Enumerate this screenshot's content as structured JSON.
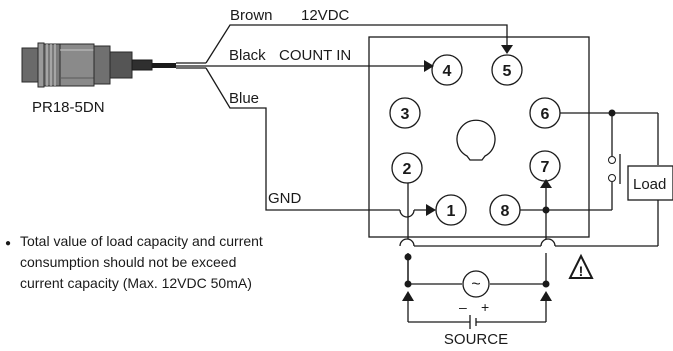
{
  "sensor": {
    "model": "PR18-5DN",
    "wire_brown": "Brown",
    "wire_brown_signal": "12VDC",
    "wire_black": "Black",
    "wire_black_signal": "COUNT IN",
    "wire_blue": "Blue",
    "wire_blue_signal": "GND"
  },
  "socket": {
    "pins": [
      "1",
      "2",
      "3",
      "4",
      "5",
      "6",
      "7",
      "8"
    ]
  },
  "load": {
    "label": "Load"
  },
  "source": {
    "label": "SOURCE",
    "minus": "–",
    "plus": "+",
    "ac_symbol": "~",
    "warning_icon": "!"
  },
  "note": {
    "bullet": "●",
    "line1": "Total value of load capacity and current",
    "line2": "consumption should not be exceed",
    "line3": "current capacity (Max. 12VDC 50mA)"
  }
}
